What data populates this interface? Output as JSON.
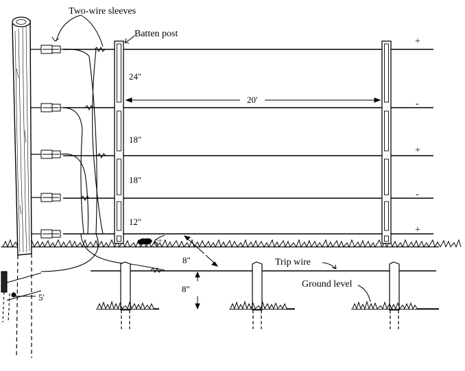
{
  "labels": {
    "two_wire_sleeves": "Two-wire sleeves",
    "batten_post": "Batten post",
    "trip_wire": "Trip wire",
    "ground_level": "Ground level"
  },
  "dimensions": {
    "spacing_top": "24\"",
    "spacing_2": "18\"",
    "spacing_3": "18\"",
    "spacing_bottom": "12\"",
    "ground_clearance": "6\"",
    "trip_offset": "8\"",
    "trip_height": "8\"",
    "batten_spacing": "20'",
    "post_depth": "5'"
  },
  "polarity": [
    "+",
    "-",
    "+",
    "-",
    "+"
  ],
  "colors": {
    "ink": "#000000",
    "paper": "#ffffff"
  }
}
